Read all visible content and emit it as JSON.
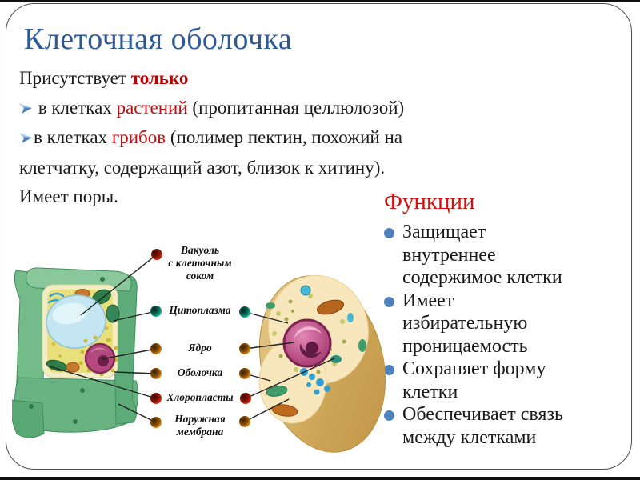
{
  "slide": {
    "title": "Клеточная оболочка"
  },
  "body": {
    "intro_prefix": "Присутствует ",
    "intro_bold": "только",
    "b1_pre": " в клетках ",
    "b1_red": "растений",
    "b1_post": "  (пропитанная целлюлозой)",
    "b2_pre": "в клетках ",
    "b2_red": "грибов",
    "b2_post": " (полимер пектин, похожий на\nклетчатку, содержащий азот, близок к хитину).",
    "pores": "Имеет поры."
  },
  "functions": {
    "heading": "Функции",
    "items": [
      "Защищает\nвнутреннее\nсодержимое клетки",
      "Имеет\nизбирательную\nпроницаемость",
      "Сохраняет форму\nклетки",
      "Обеспечивает связь\nмежду клетками"
    ]
  },
  "diagram": {
    "labels": [
      "Вакуоль\nс клеточным\nсоком",
      "Цитоплазма",
      "Ядро",
      "Оболочка",
      "Хлоропласты",
      "Наружная\nмембрана"
    ]
  },
  "icons": {
    "arrow_bullet": "➢",
    "bullet_dot": "●",
    "label_pin": "map-pin-ball"
  },
  "colors": {
    "title_blue": "#2d5a96",
    "accent_red": "#c00000",
    "bullet_blue": "#4f81bd",
    "pin_red": "#e03515",
    "pin_amber": "#e89b1a",
    "pin_teal": "#1fc4a4",
    "plant_cell_green": "#6cb586",
    "cytoplasm_yellow": "#e9e07b",
    "vacuole_blue": "#c4e6f2",
    "nucleus_magenta": "#b4497f",
    "fungal_tan": "#d9b566"
  }
}
